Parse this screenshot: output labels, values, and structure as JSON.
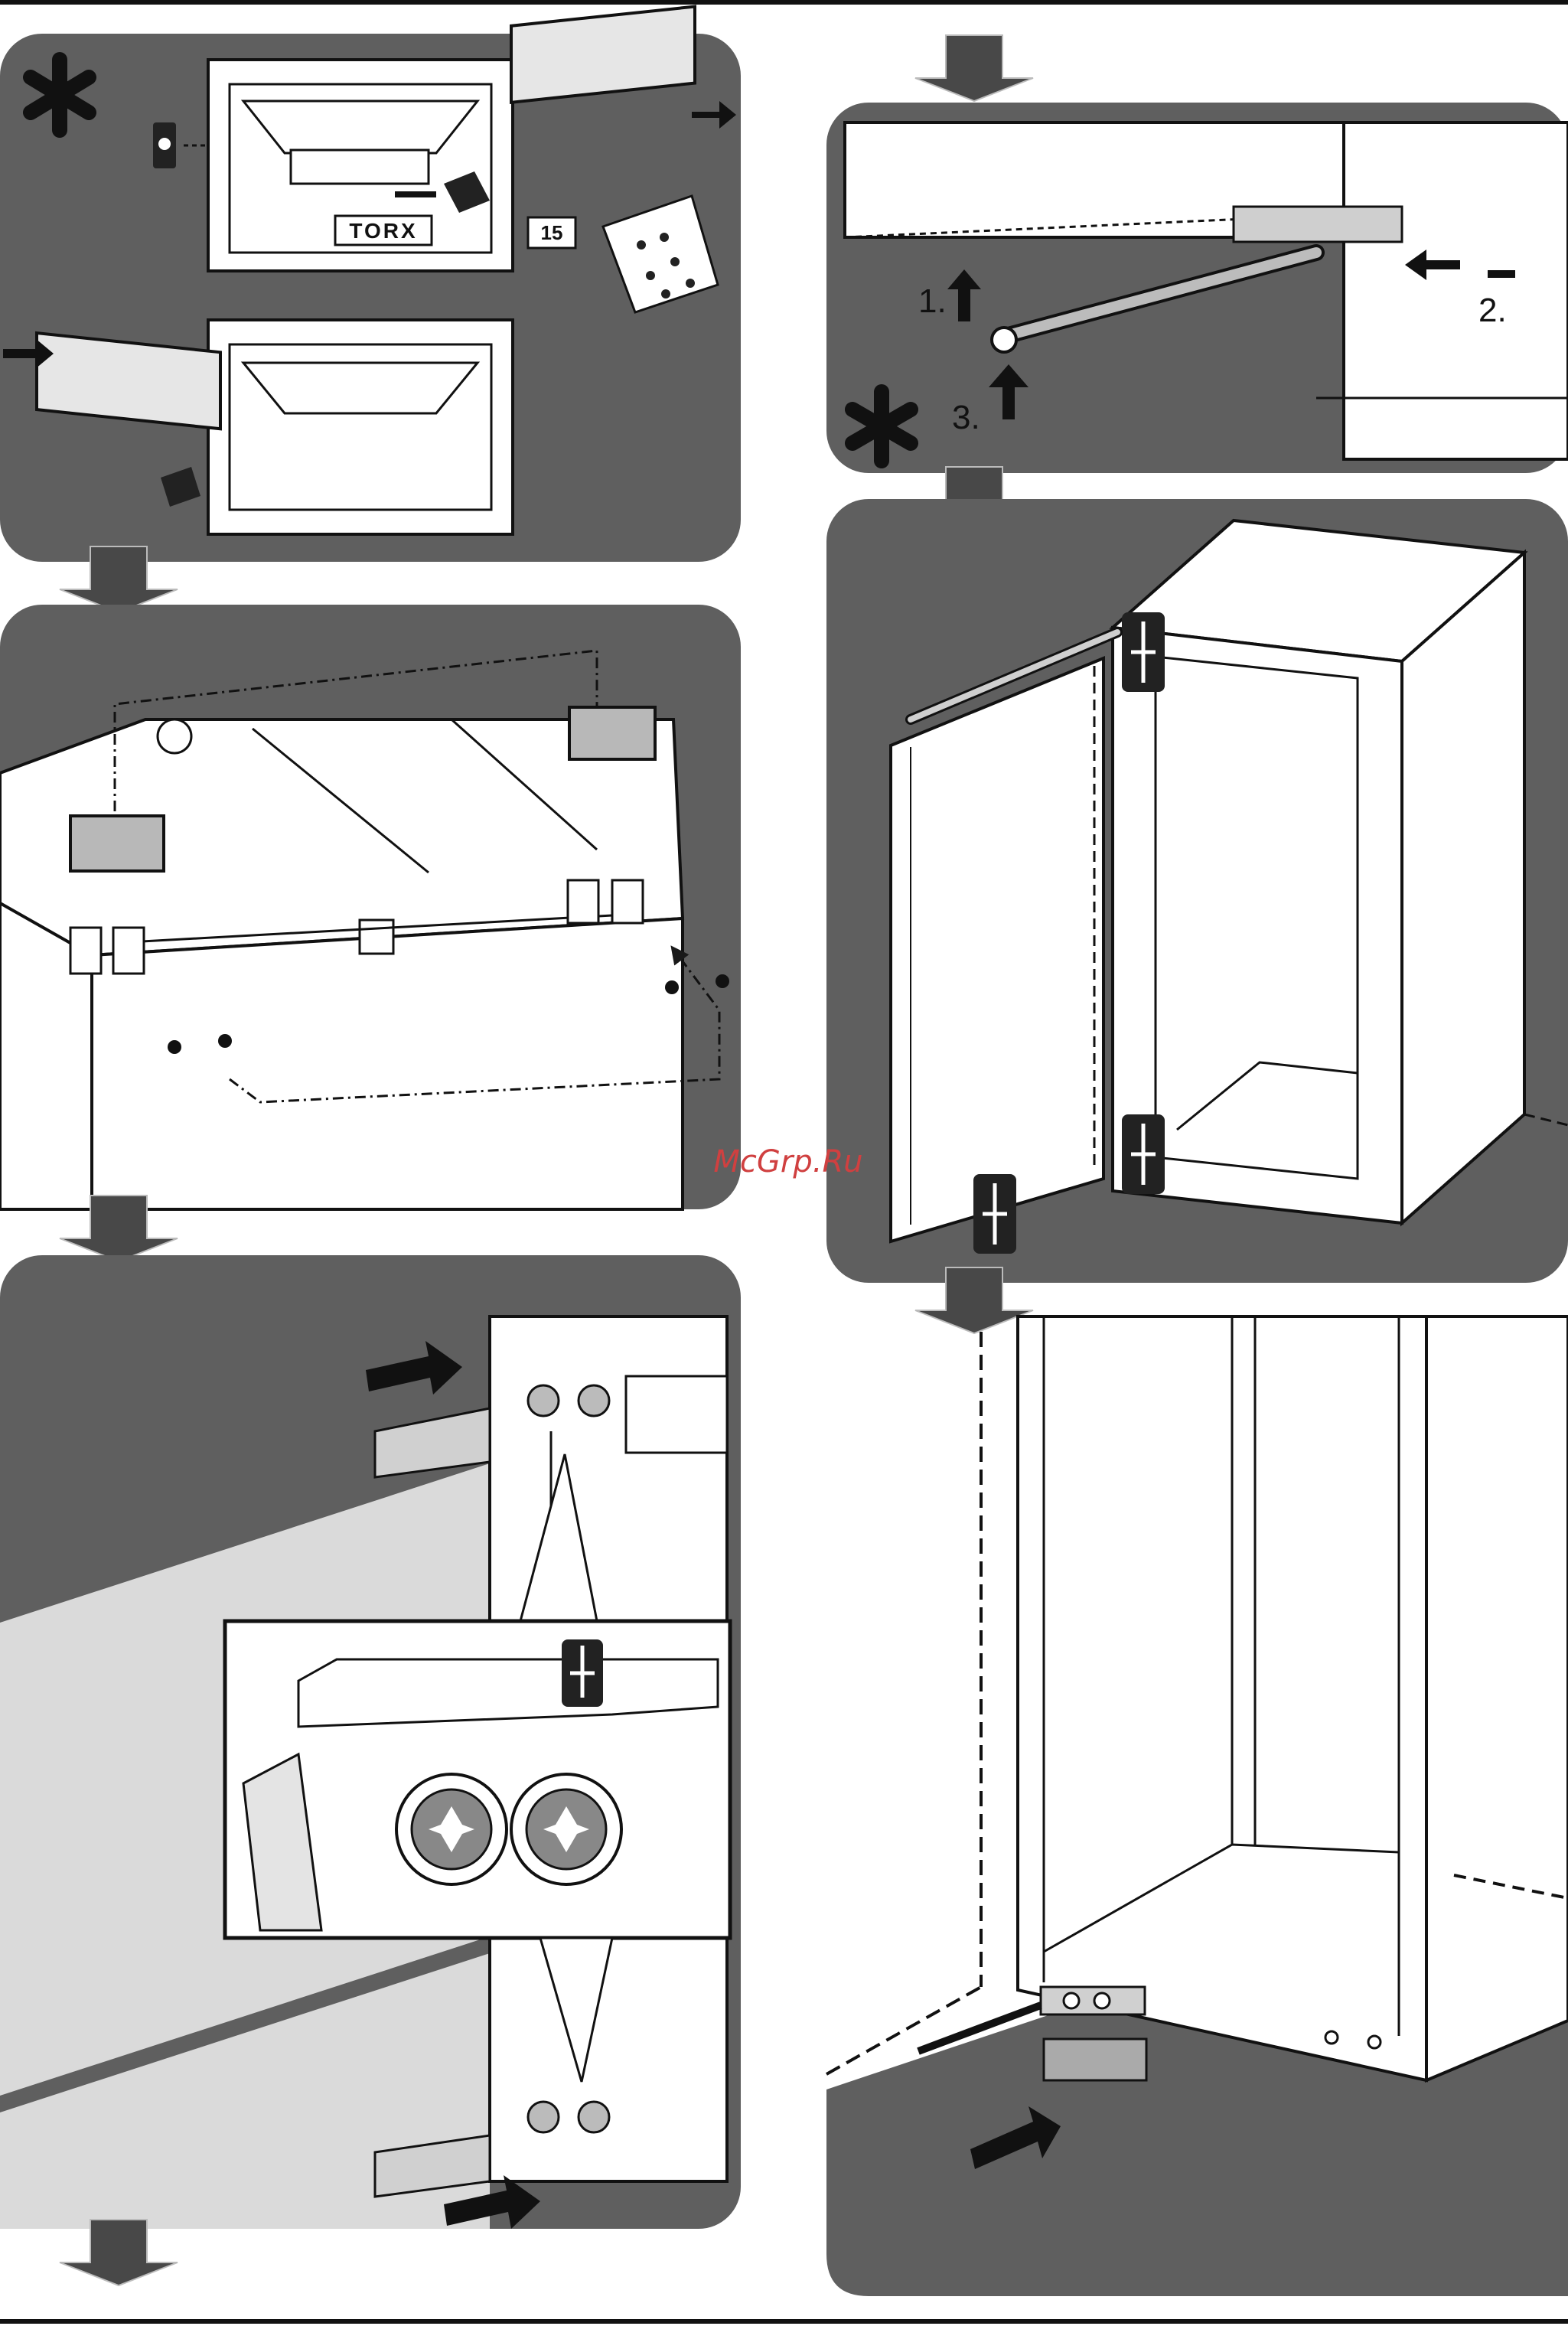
{
  "brand_label": "TORX",
  "torx_size_label": "15",
  "steps": {
    "one": "1.",
    "two": "2.",
    "three": "3."
  },
  "watermark": "McGrp.Ru",
  "optional_marker_icon": "asterisk-icon",
  "tool_icon": "screwdriver-icon",
  "colors": {
    "panel": "#5f5f5f",
    "arrow": "#484848",
    "appliance": "#ffffff",
    "door_front": "#dadada",
    "watermark": "#d04040",
    "line": "#1a1a1a"
  }
}
